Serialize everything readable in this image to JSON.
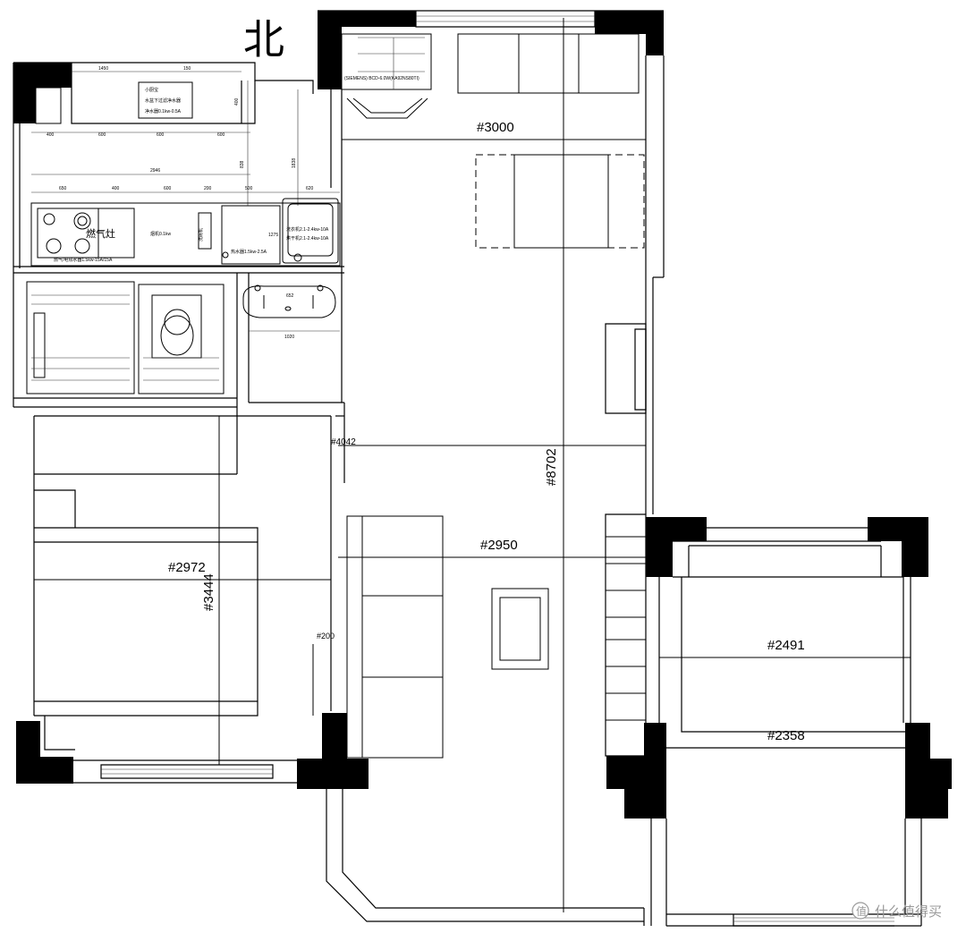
{
  "north_label": "北",
  "watermark": "什么值得买",
  "fridge_label": "(SIEMENS) BCD-6.0W(KA92NS80TI)",
  "kitchen": {
    "stove_label": "燃气灶",
    "top_note_1": "小厨宝",
    "top_note_2": "水盆下过滤净水器",
    "top_note_3": "净水器0.1kw-0.5A",
    "vent_label": "烟机0.1kw",
    "counter_note": "燃气/电热水器1.5kw-15A/15A",
    "dishwasher_label": "洗碗机",
    "water_note_1": "洗衣机2.1-2.4kw-10A",
    "water_note_2": "烘干机2.1-2.4kw-10A",
    "misc_note": "热水器1.5kw-2.5A"
  },
  "dimensions": {
    "top_1450": "1450",
    "top_150": "150",
    "top_400": "400",
    "row1": [
      "400",
      "600",
      "600",
      "600"
    ],
    "span_2946": "2946",
    "row2": [
      "650",
      "400",
      "600",
      "200",
      "500",
      "620"
    ],
    "v_838": "838",
    "v_1838": "1838",
    "v_1275": "1275",
    "v_652": "652",
    "v_1020": "1020",
    "living_width": "#3000",
    "hall_width": "#4042",
    "bed1_width": "#2972",
    "bed1_depth": "#3444",
    "gap_200": "#200",
    "living_mid": "#2950",
    "total_length": "#8702",
    "bed2_width": "#2491",
    "bed2_width_2": "#2358"
  }
}
